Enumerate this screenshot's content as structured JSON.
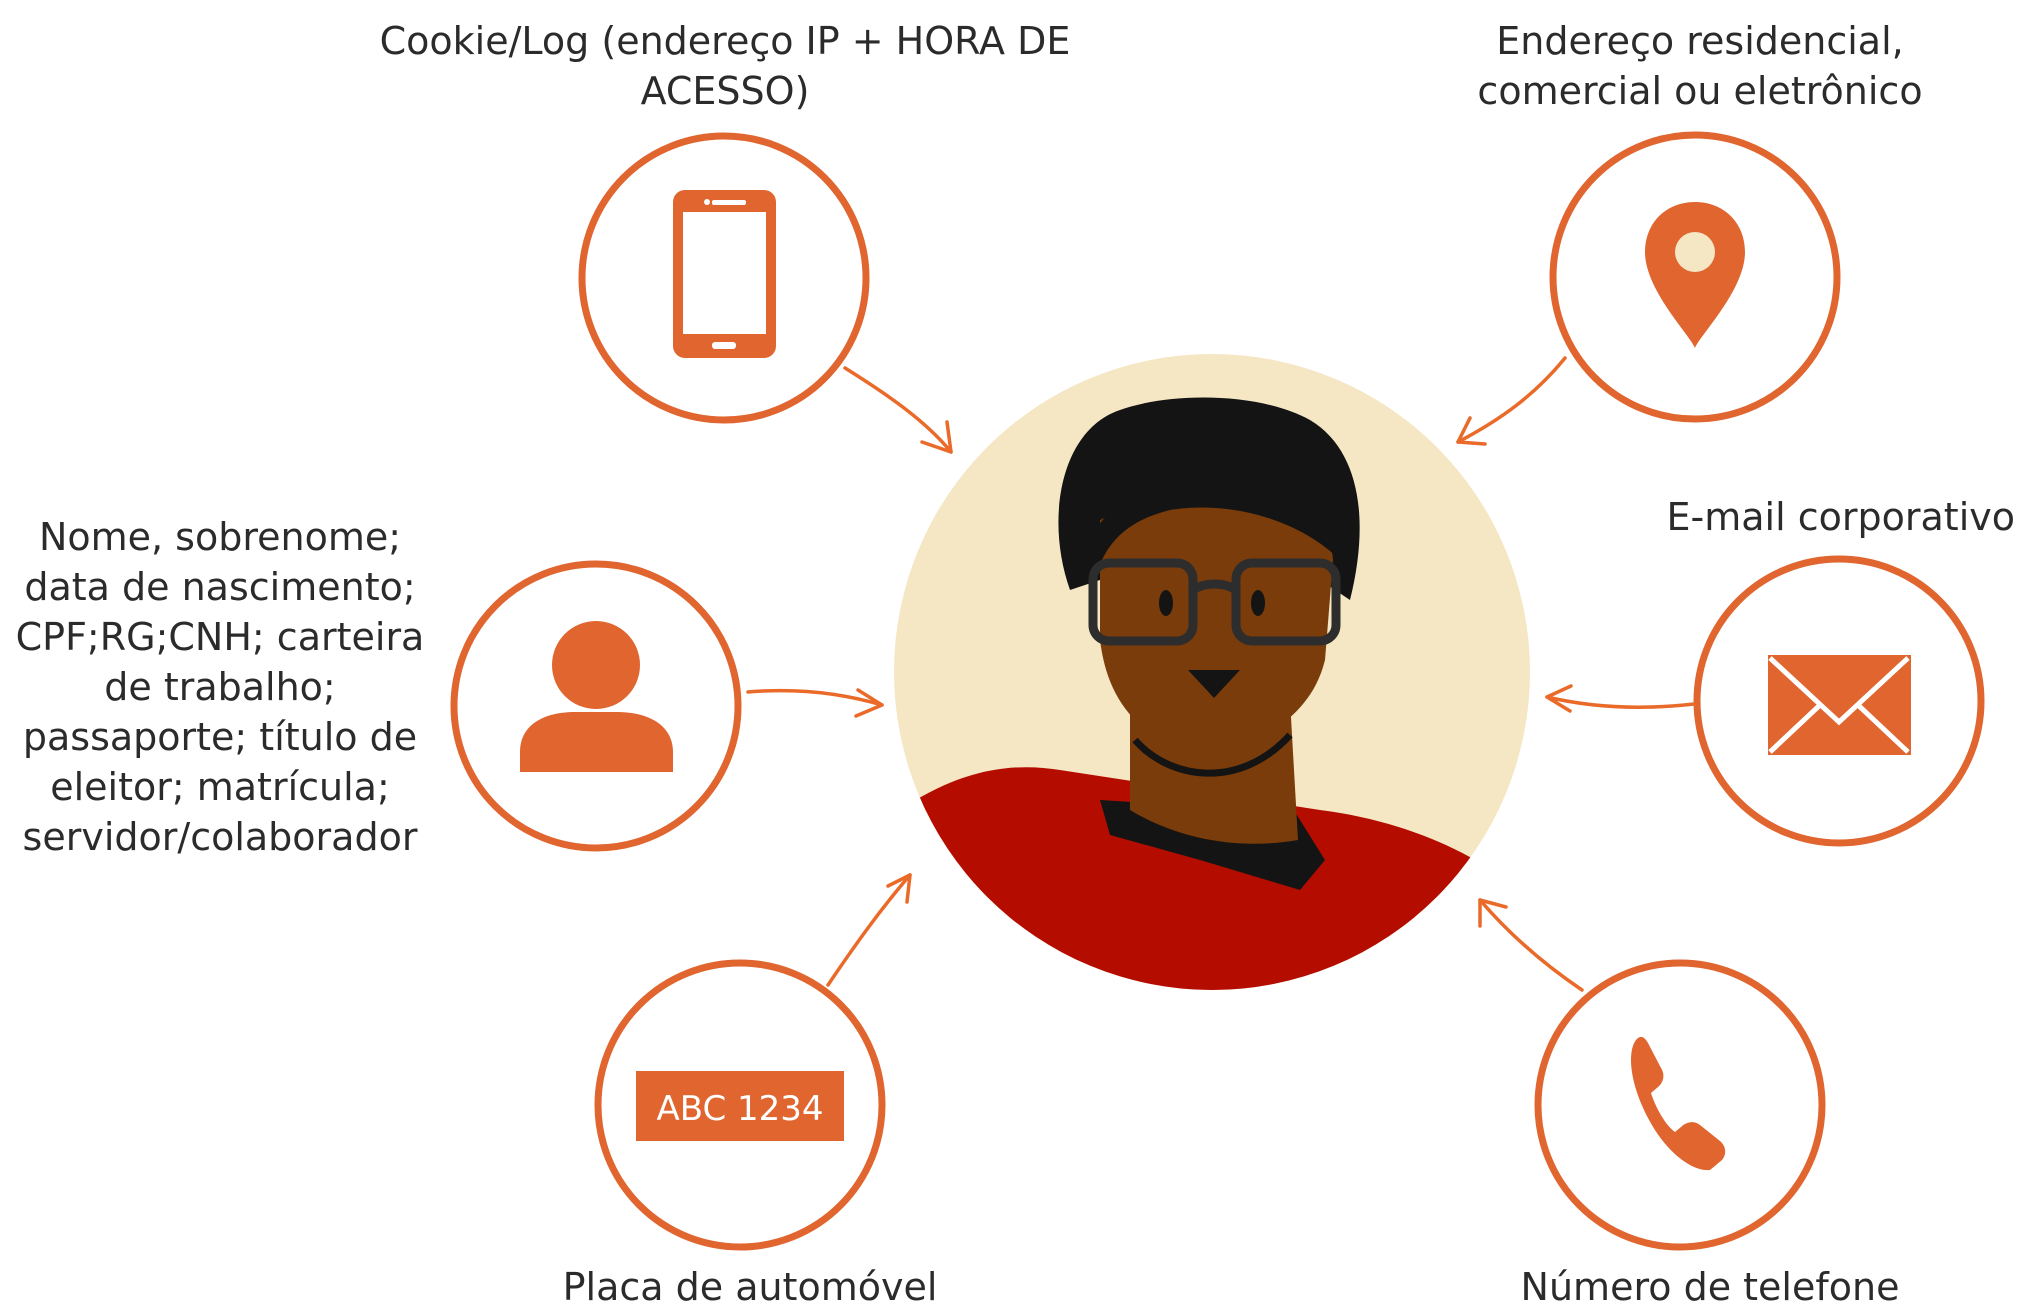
{
  "colors": {
    "accent": "#e0652f",
    "avatar_bg": "#f5e6c4",
    "skin": "#7a3c0a",
    "hair": "#141414",
    "shirt": "#b40d00",
    "pin_dot": "#f5e6c4"
  },
  "labels": {
    "cookie": [
      "Cookie/Log (endereço IP + HORA DE",
      "ACESSO)"
    ],
    "address": [
      "Endereço residencial,",
      "comercial ou eletrônico"
    ],
    "personal": [
      "Nome, sobrenome;",
      "data de nascimento;",
      "CPF;RG;CNH; carteira",
      "de trabalho;",
      "passaporte; título de",
      "eleitor; matrícula;",
      "servidor/colaborador"
    ],
    "email": [
      "E-mail corporativo"
    ],
    "plate": [
      "Placa de automóvel"
    ],
    "phone": [
      "Número de telefone"
    ]
  },
  "plate_text": "ABC 1234",
  "icons": {
    "cookie": "smartphone-icon",
    "address": "map-pin-icon",
    "personal": "person-icon",
    "email": "envelope-icon",
    "plate": "license-plate-icon",
    "phone": "phone-handset-icon",
    "center": "person-avatar"
  }
}
